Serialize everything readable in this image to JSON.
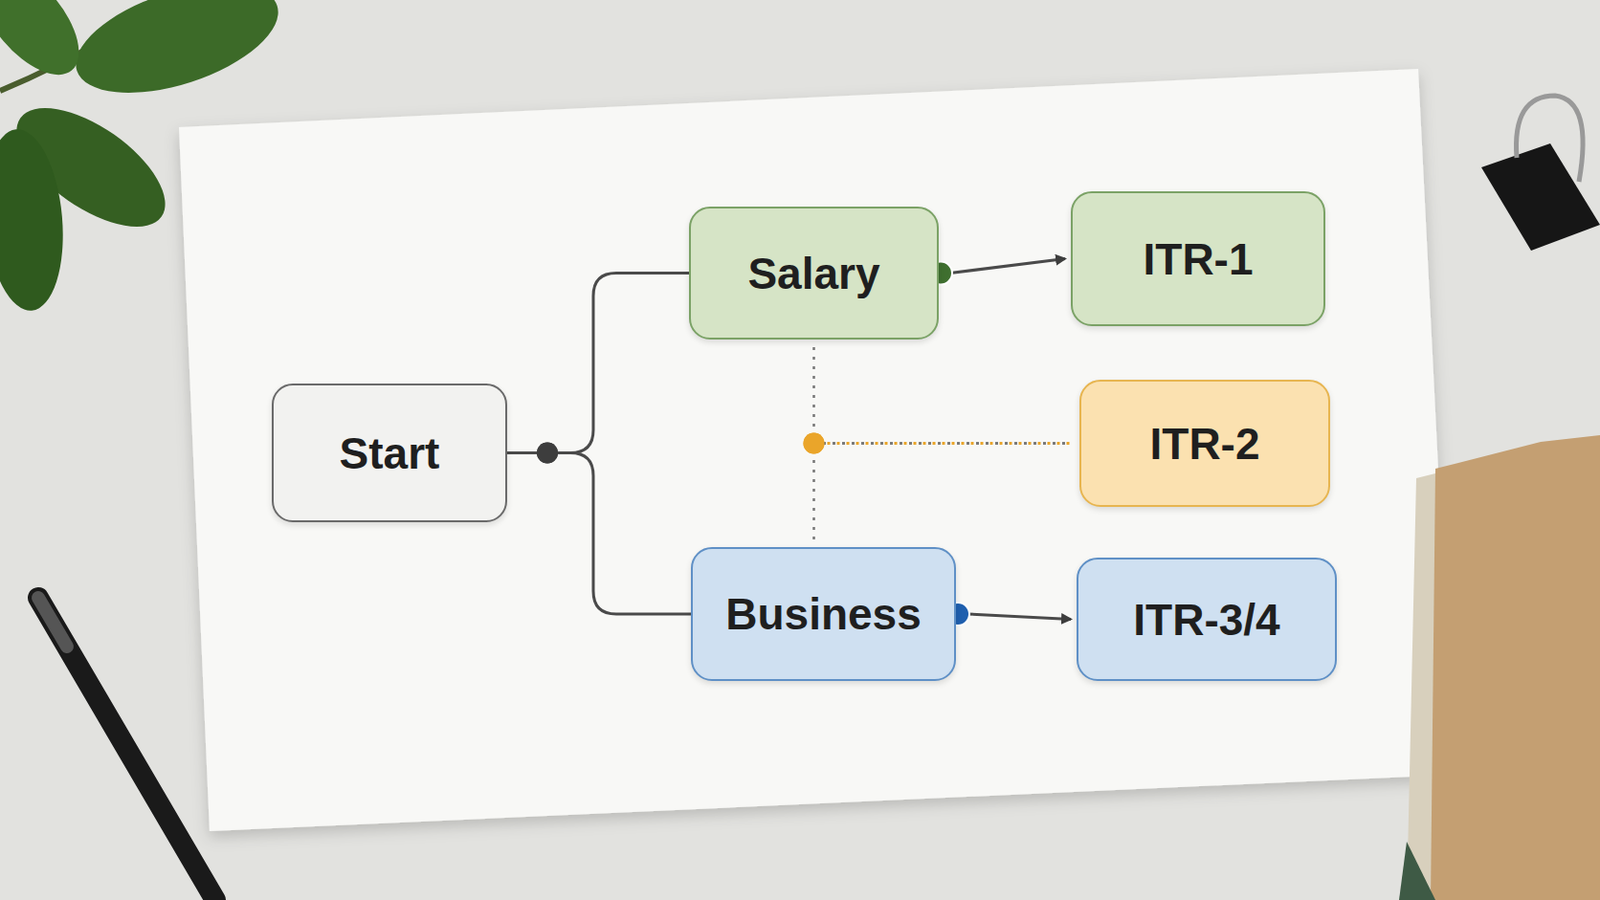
{
  "diagram": {
    "nodes": [
      {
        "text": [
          "Start"
        ]
      },
      {
        "text": [
          "Salary"
        ]
      },
      {
        "text": [
          "Business"
        ]
      },
      {
        "text": [
          "ITR-1"
        ]
      },
      {
        "text": [
          "ITR-2"
        ]
      },
      {
        "text": [
          "ITR-3/4"
        ]
      }
    ],
    "edges": [
      {
        "from": 0,
        "to": 1,
        "arrow": "none"
      },
      {
        "from": 0,
        "to": 2,
        "arrow": "none"
      },
      {
        "from": 1,
        "to": 3,
        "arrow": "to"
      },
      {
        "from": 1,
        "to": 4,
        "arrow": "none"
      },
      {
        "from": 2,
        "to": 4,
        "arrow": "none"
      },
      {
        "from": 2,
        "to": 5,
        "arrow": "to"
      }
    ]
  }
}
